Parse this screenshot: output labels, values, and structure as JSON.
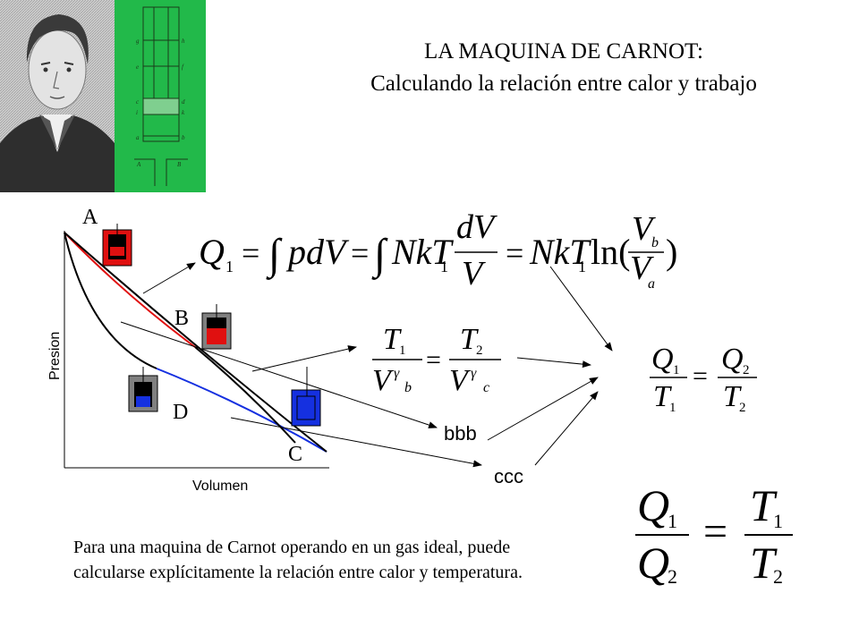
{
  "title": {
    "line1": "LA MAQUINA DE CARNOT:",
    "line2": "Calculando la relación entre calor y trabajo"
  },
  "diagram": {
    "points": {
      "a": "A",
      "b": "B",
      "c": "C",
      "d": "D"
    },
    "axis_x": "Volumen",
    "axis_y": "Presion",
    "label_bbb": "bbb",
    "label_ccc": "ccc",
    "colors": {
      "hot": "#e01010",
      "cold": "#1530e0",
      "cylinder": "#808080"
    }
  },
  "blueprint": {
    "labels": {
      "g": "g",
      "h": "h",
      "e": "e",
      "f": "f",
      "c": "c",
      "d": "d",
      "i": "i",
      "k": "k",
      "a": "a",
      "b": "b",
      "A": "A",
      "B": "B"
    }
  },
  "equations": {
    "q1_lhs": "Q",
    "q1_sub": "1",
    "int1": "pdV",
    "nkt": "NkT",
    "ln": "ln(",
    "va": "V",
    "va_sub": "a",
    "vb_sub": "b",
    "vc_sub": "c",
    "t1": "T",
    "t2": "T",
    "gamma": "γ",
    "q2": "Q",
    "n1": "1",
    "n2": "2"
  },
  "paragraph": "Para una maquina de Carnot operando en un gas ideal, puede calcularse explícitamente la relación entre calor y temperatura."
}
